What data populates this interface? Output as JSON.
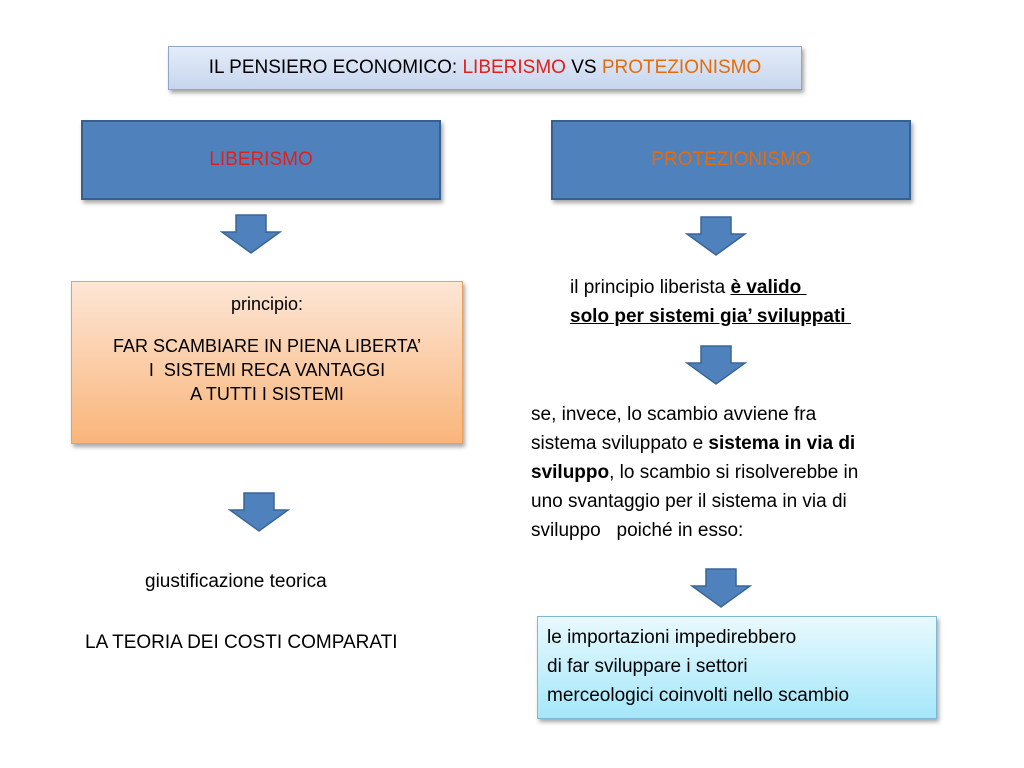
{
  "title": {
    "prefix": "IL PENSIERO ECONOMICO: ",
    "liberismo": "LIBERISMO",
    "vs": " VS ",
    "protezionismo": "PROTEZIONISMO"
  },
  "colors": {
    "header_fill": "#4f81bd",
    "red": "#e0201b",
    "orange": "#e46c0a",
    "arrow": "#4f81bd"
  },
  "left": {
    "header": "LIBERISMO",
    "principle_box": {
      "line1": "principio:",
      "line2": "FAR SCAMBIARE IN PIENA LIBERTA’",
      "line3": "I  SISTEMI RECA VANTAGGI",
      "line4": "A TUTTI I SISTEMI"
    },
    "justification": "giustificazione teorica",
    "theory": "LA TEORIA DEI COSTI COMPARATI"
  },
  "right": {
    "header": "PROTEZIONISMO",
    "principle": {
      "part1": "il principio liberista ",
      "part2_bold": "è valido ",
      "line2_bold": "solo per sistemi gia’ sviluppati "
    },
    "paragraph": {
      "l1": "se, invece, lo scambio avviene fra",
      "l2a": "sistema sviluppato e ",
      "l2b_bold": "sistema in via di",
      "l3a_bold": "sviluppo",
      "l3b": ", lo scambio si risolverebbe in",
      "l4": "uno svantaggio per il sistema in via di",
      "l5": "sviluppo   poiché in esso:"
    },
    "conclusion_box": {
      "line1": "le importazioni impedirebbero",
      "line2": "di far sviluppare i settori",
      "line3": "merceologici coinvolti nello scambio"
    }
  }
}
